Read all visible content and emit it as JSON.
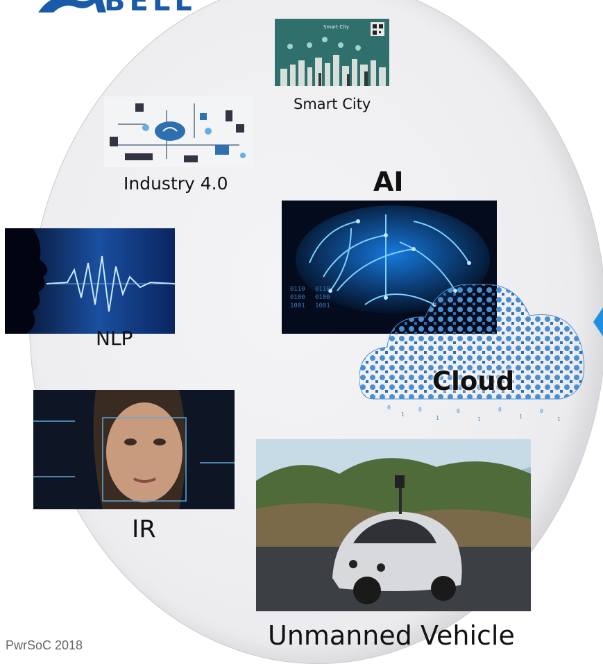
{
  "header": {
    "logo_text": "BELL"
  },
  "topics": {
    "smart_city": "Smart City",
    "industry": "Industry 4.0",
    "ai": "AI",
    "nlp": "NLP",
    "cloud": "Cloud",
    "ir": "IR",
    "vehicle": "Unmanned Vehicle"
  },
  "images": {
    "smart_city_title": "Smart City",
    "ai_digits": [
      "0110",
      "0100",
      "1001",
      "0110",
      "0100",
      "1001"
    ]
  },
  "footer": {
    "text": "PwrSoC 2018"
  },
  "colors": {
    "brand": "#1a5aa8",
    "accent_marker": "#1f8fe0",
    "cloud_blue": "#4a8fd0"
  }
}
